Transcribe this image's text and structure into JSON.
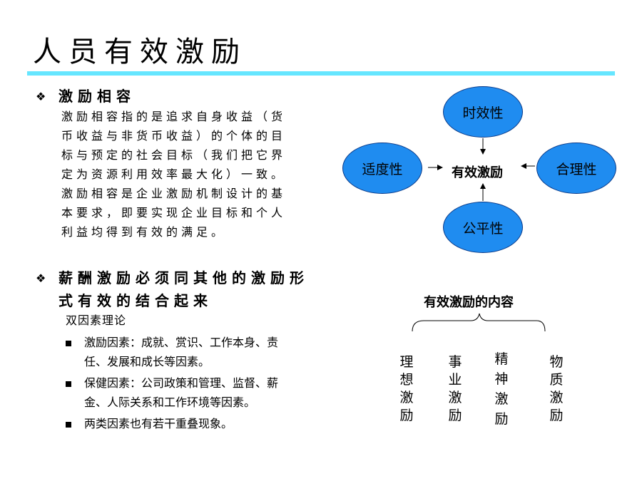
{
  "title": "人员有效激励",
  "section1": {
    "heading": "激励相容",
    "lines": [
      "激励相容指的是追求自身收益（货",
      "币收益与非货币收益）的个体的目",
      "标与预定的社会目标（我们把它界",
      "定为资源利用效率最大化）一致。",
      "激励相容是企业激励机制设计的基",
      "本要求，即要实现企业目标和个人",
      "利益均得到有效的满足。"
    ]
  },
  "section2": {
    "heading_line1": "薪酬激励必须同其他的激励形",
    "heading_line2": "式有效的结合起来",
    "subtitle": "双因素理论",
    "bullets": [
      {
        "line1": "激励因素：成就、赏识、工作本身、责",
        "line2": "任、发展和成长等因素。"
      },
      {
        "line1": "保健因素：公司政策和管理、监督、薪",
        "line2": "金、人际关系和工作环境等因素。"
      },
      {
        "line1": "两类因素也有若干重叠现象。",
        "line2": ""
      }
    ]
  },
  "diagram": {
    "center": "有效激励",
    "top": "时效性",
    "left": "适度性",
    "right": "合理性",
    "bottom": "公平性",
    "circle_color": "#1f8cf0"
  },
  "content": {
    "title": "有效激励的内容",
    "items": [
      [
        "理",
        "想",
        "激",
        "励"
      ],
      [
        "事",
        "业",
        "激",
        "励"
      ],
      [
        "精",
        "神",
        "激",
        "励"
      ],
      [
        "物",
        "质",
        "激",
        "励"
      ]
    ]
  }
}
